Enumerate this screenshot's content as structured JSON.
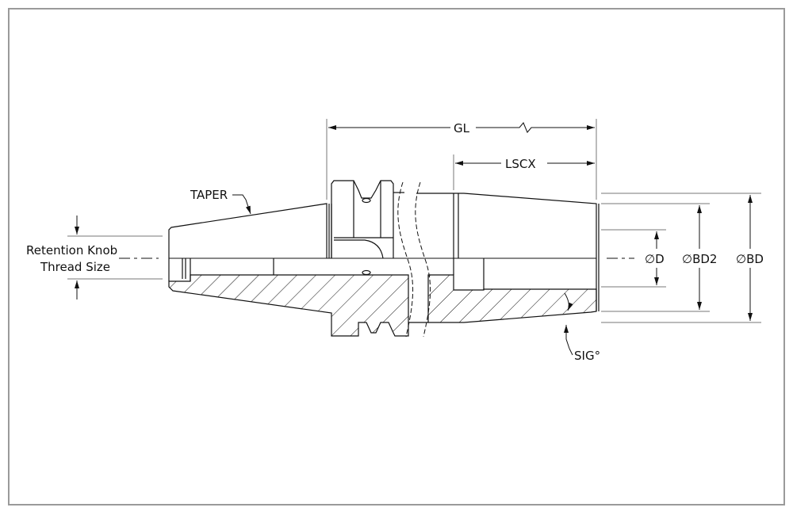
{
  "labels": {
    "gl": "GL",
    "lscx": "LSCX",
    "taper": "TAPER",
    "retention_line1": "Retention Knob",
    "retention_line2": "Thread Size",
    "d": "∅D",
    "bd2": "∅BD2",
    "bd": "∅BD",
    "sig": "SIG°"
  },
  "colors": {
    "line": "#111111",
    "frame": "#9a9a9a",
    "dimension": "#555555"
  }
}
